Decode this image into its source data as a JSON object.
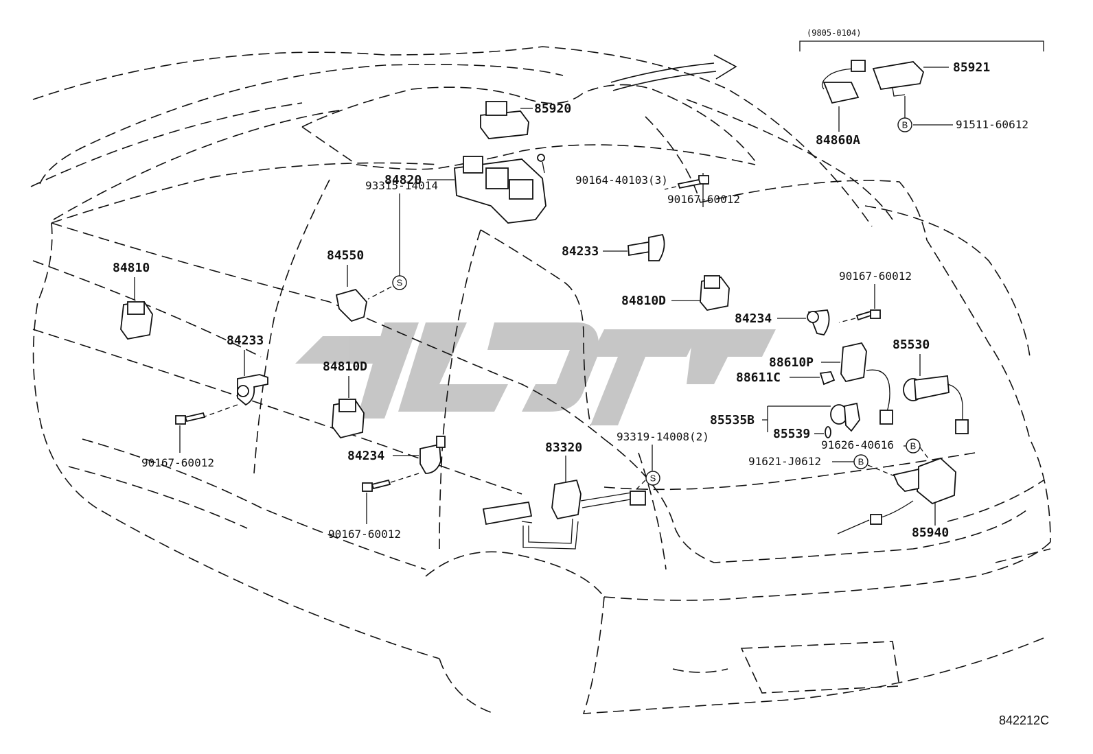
{
  "diagram_code": "842212C",
  "inset": {
    "range_label": "(9805-0104)"
  },
  "parts": {
    "p85920": "85920",
    "p84820": "84820",
    "p90164": "90164-40103(3)",
    "p90167_top": "90167-60012",
    "p84233_right": "84233",
    "p84810D_right": "84810D",
    "p90167_right": "90167-60012",
    "p84234_right": "84234",
    "p88610P": "88610P",
    "p88611C": "88611C",
    "p85530": "85530",
    "p85535B": "85535B",
    "p85539": "85539",
    "p91626": "91626-40616",
    "p91621": "91621-J0612",
    "p85940": "85940",
    "p93319": "93319-14008(2)",
    "p83320": "83320",
    "p84810_left": "84810",
    "p84550": "84550",
    "p93315": "93315-14014",
    "p84233_left": "84233",
    "p84810D_left": "84810D",
    "p90167_left": "90167-60012",
    "p84234_left": "84234",
    "p90167_bottom": "90167-60012",
    "p85921": "85921",
    "p84860A": "84860A",
    "p91511": "91511-60612"
  },
  "markers": {
    "s": "S",
    "b": "B"
  },
  "icons": [
    "right-arrow-icon",
    "screw-icon",
    "switch-icon",
    "connector-icon"
  ]
}
